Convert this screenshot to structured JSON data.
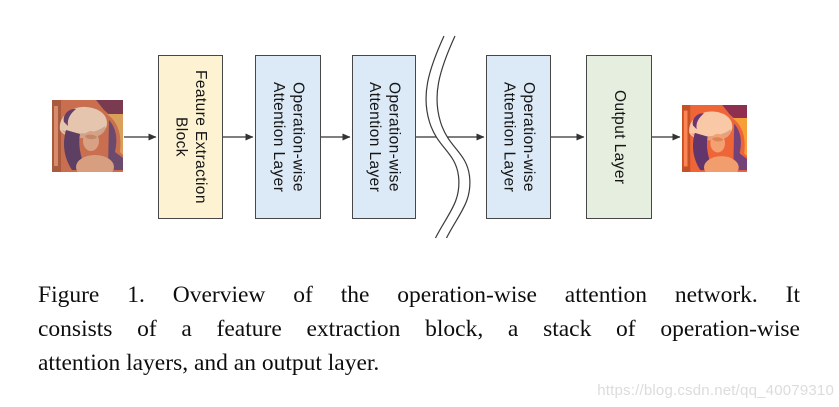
{
  "diagram": {
    "blocks": [
      {
        "label": "Feature Extraction\nBlock",
        "fill": "#fdf3d2"
      },
      {
        "label": "Operation-wise\nAttention Layer",
        "fill": "#dce9f7"
      },
      {
        "label": "Operation-wise\nAttention Layer",
        "fill": "#dce9f7"
      },
      {
        "label": "Operation-wise\nAttention Layer",
        "fill": "#dce9f7"
      },
      {
        "label": "Output Layer",
        "fill": "#e6efdf"
      }
    ],
    "input_image": "lena-input-photo",
    "output_image": "lena-output-photo"
  },
  "caption": {
    "lines": [
      "Figure 1. Overview of the operation-wise attention network.  It",
      "consists of a feature extraction block, a stack of operation-wise",
      "attention layers, and an output layer."
    ]
  },
  "watermark": "https://blog.csdn.net/qq_40079310",
  "colors": {
    "box_border": "#474747",
    "arrow": "#333333",
    "caption_text": "#0e0e0e",
    "watermark_text": "#dcdcdc"
  }
}
